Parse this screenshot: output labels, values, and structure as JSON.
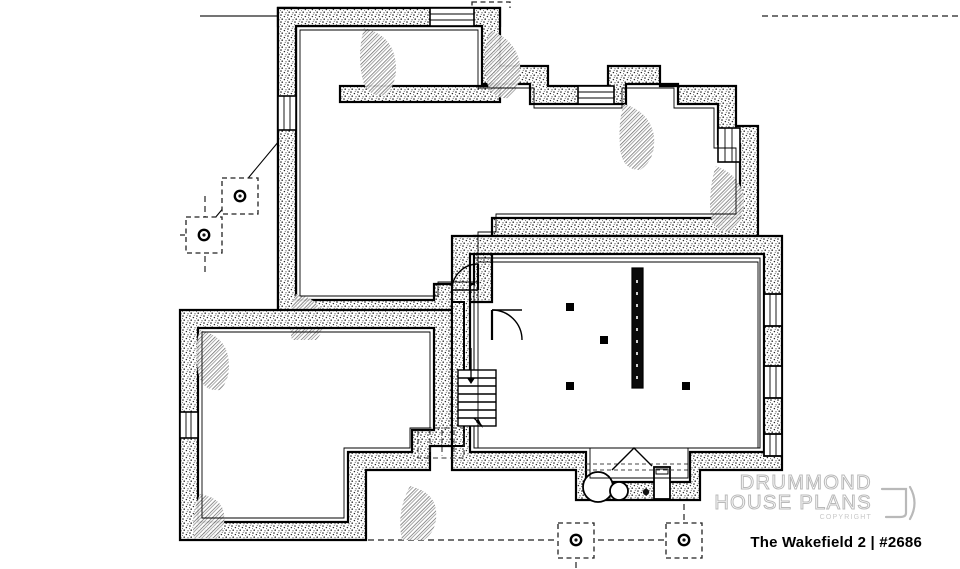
{
  "document": {
    "type": "architectural-floor-plan",
    "level": "basement-foundation-plan",
    "caption": "The Wakefield 2 | #2686",
    "plan_name": "The Wakefield 2",
    "plan_number": "#2686",
    "separator": "|"
  },
  "branding": {
    "line1": "DRUMMOND",
    "line2": "HOUSE PLANS",
    "copyright": "COPYRIGHT",
    "mark": "bracket-j-logo"
  },
  "colors": {
    "background": "#ffffff",
    "wall_outline": "#000000",
    "wall_fill_stipple": "#2b2b2b",
    "hatch_shadow": "#6f6f6f",
    "footing_dash": "#222222",
    "logo_gray": "#b9b9b9",
    "caption_color": "#000000"
  },
  "plan_elements": {
    "areas": [
      {
        "name": "upper-left-excavated-area",
        "label": ""
      },
      {
        "name": "garage-slab-area",
        "label": ""
      },
      {
        "name": "unfinished-basement-area",
        "label": ""
      },
      {
        "name": "stair-well-area",
        "label": ""
      }
    ],
    "structural": {
      "steel_beam_label": "",
      "columns_count": 4,
      "pier_footings_count": 6,
      "beam_lines": "dashed"
    },
    "fixtures": [
      {
        "name": "water-heater",
        "shape": "circle"
      },
      {
        "name": "secondary-tank",
        "shape": "circle"
      },
      {
        "name": "furnace-unit",
        "shape": "rectangle"
      },
      {
        "name": "floor-drain",
        "shape": "small-circle"
      }
    ],
    "openings": {
      "basement_windows": 6,
      "doors": 2,
      "stair_runs": 1
    }
  }
}
